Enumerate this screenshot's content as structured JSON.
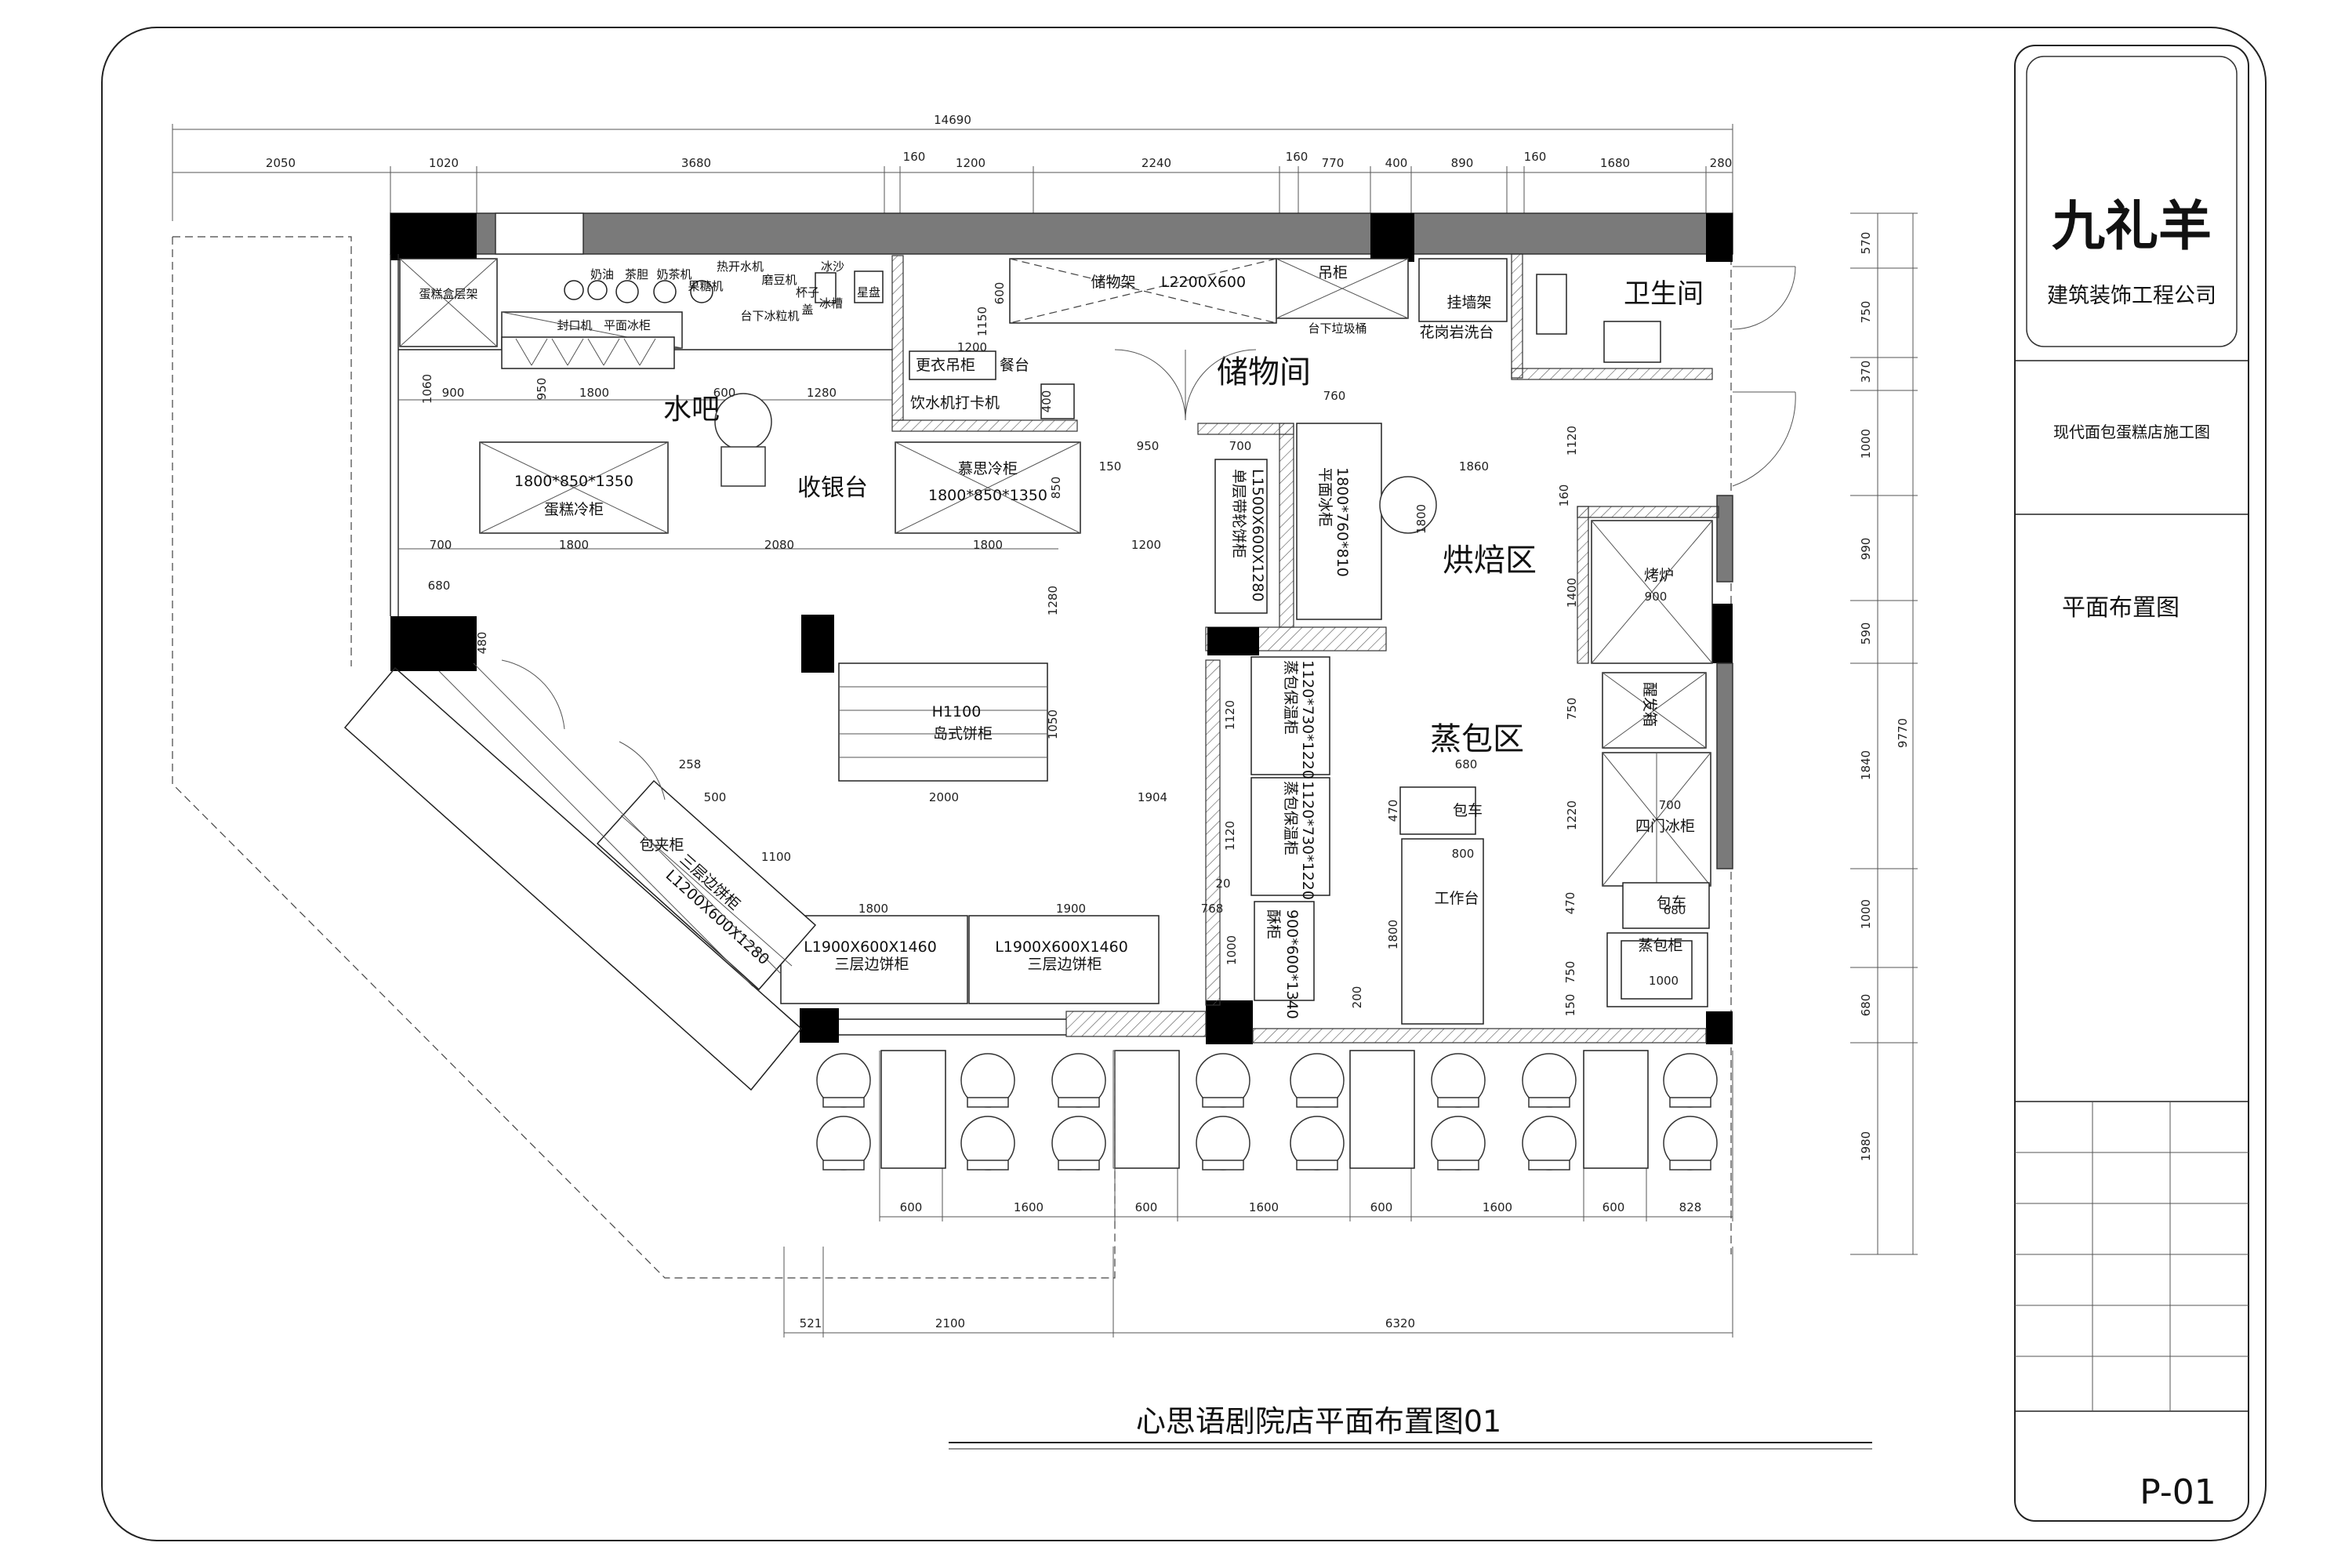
{
  "title_block": {
    "company_logo": "九礼羊",
    "company_name": "建筑装饰工程公司",
    "project_name": "现代面包蛋糕店施工图",
    "drawing_name": "平面布置图",
    "sheet_number": "P-01"
  },
  "drawing": {
    "title": "心思语剧院店平面布置图01",
    "zones": {
      "storage": "储物间",
      "toilet": "卫生间",
      "baking": "烘焙区",
      "steam": "蒸包区",
      "bar": "水吧",
      "cashier": "收银台"
    },
    "labels": {
      "cake_box_rack": "蛋糕盒层架",
      "cream": "奶油",
      "tea_gall": "茶胆",
      "milk_tea": "奶茶机",
      "boiling_water": "热开水机",
      "juicer": "果糖机",
      "soy_grinder": "磨豆机",
      "ice_sand": "冰沙",
      "cup": "杯子",
      "cover": "盖",
      "ice_tank": "冰槽",
      "star_plate": "星盘",
      "sealer": "封口机",
      "flat_freezer": "平面冰柜",
      "under_ice_machine": "台下冰粒机",
      "storage_rack": "储物架",
      "storage_rack_size": "L2200X600",
      "hanging_cabinet": "吊柜",
      "under_trash": "台下垃圾桶",
      "hanging_rack": "挂墙架",
      "granite_sink": "花岗岩洗台",
      "locker_cabinet": "更衣吊柜",
      "meal_table": "餐台",
      "water_card": "饮水机打卡机",
      "cake_fridge_size": "1800*850*1350",
      "cake_fridge": "蛋糕冷柜",
      "mousse_fridge": "慕思冷柜",
      "mousse_fridge_size": "1800*850*1350",
      "single_bread_cab": "单层带轮饼柜",
      "single_bread_size": "L1500X600X1280",
      "flat_fridge_v": "平面冰柜",
      "flat_fridge_size": "1800*760*810",
      "oven": "烤炉",
      "proofer": "醒发箱",
      "four_door_fridge": "四门冰柜",
      "cart1": "包车",
      "cart2": "包车",
      "steam_cab": "蒸包柜",
      "work_table": "工作台",
      "steam_warm1": "蒸包保温柜",
      "steam_warm1_size": "1120*730*1220",
      "steam_warm2": "蒸包保温柜",
      "steam_warm2_size": "1120*730*1220",
      "crisp_cab": "酥柜",
      "crisp_size": "900*600*1340",
      "island_h": "H1100",
      "island_cab": "岛式饼柜",
      "bread_clip_cab": "包夹柜",
      "three_layer_v": "三层边饼柜",
      "three_layer_v_size": "L1200X600X1280",
      "edge_cab1_size": "L1900X600X1460",
      "edge_cab1": "三层边饼柜",
      "edge_cab2_size": "L1900X600X1460",
      "edge_cab2": "三层边饼柜"
    },
    "dimensions": {
      "overall_width": "14690",
      "top_row": [
        "2050",
        "1020",
        "3680",
        "160",
        "1200",
        "2240",
        "160",
        "770",
        "400",
        "890",
        "160",
        "1680",
        "280"
      ],
      "right_col": [
        "570",
        "750",
        "370",
        "1000",
        "990",
        "590",
        "1840",
        "1000",
        "680",
        "1980"
      ],
      "right_total": "9770",
      "bottom_seating": [
        "600",
        "1600",
        "600",
        "1600",
        "600",
        "1600",
        "600",
        "828"
      ],
      "bottom_row": [
        "521",
        "2100",
        "6320"
      ],
      "misc": {
        "d1060": "1060",
        "d900": "900",
        "d950": "950",
        "d1800a": "1800",
        "d600a": "600",
        "d1280a": "1280",
        "d700a": "700",
        "d1800b": "1800",
        "d2080": "2080",
        "d1800c": "1800",
        "d1200a": "1200",
        "d680": "680",
        "d480": "480",
        "d1280b": "1280",
        "d1050": "1050",
        "d2000": "2000",
        "d1904": "1904",
        "d1120a": "1120",
        "d1120b": "1120",
        "d20": "20",
        "d1800d": "1800",
        "d1900": "1900",
        "d768": "768",
        "d1000a": "1000",
        "d258": "258",
        "d500": "500",
        "d1100": "1100",
        "d950b": "950",
        "d700b": "700",
        "d150": "150",
        "d850": "850",
        "d760": "760",
        "d1860": "1860",
        "d1800e": "1800",
        "d1120c": "1120",
        "d160": "160",
        "d1400": "1400",
        "d900b": "900",
        "d750": "750",
        "d680b": "680",
        "d470a": "470",
        "d800": "800",
        "d1800f": "1800",
        "d1220": "1220",
        "d470b": "470",
        "d750b": "750",
        "d150b": "150",
        "d700c": "700",
        "d680c": "680",
        "d1000b": "1000",
        "d200": "200",
        "d600b": "600",
        "d1150": "1150",
        "d1200b": "1200",
        "d400": "400"
      }
    }
  }
}
